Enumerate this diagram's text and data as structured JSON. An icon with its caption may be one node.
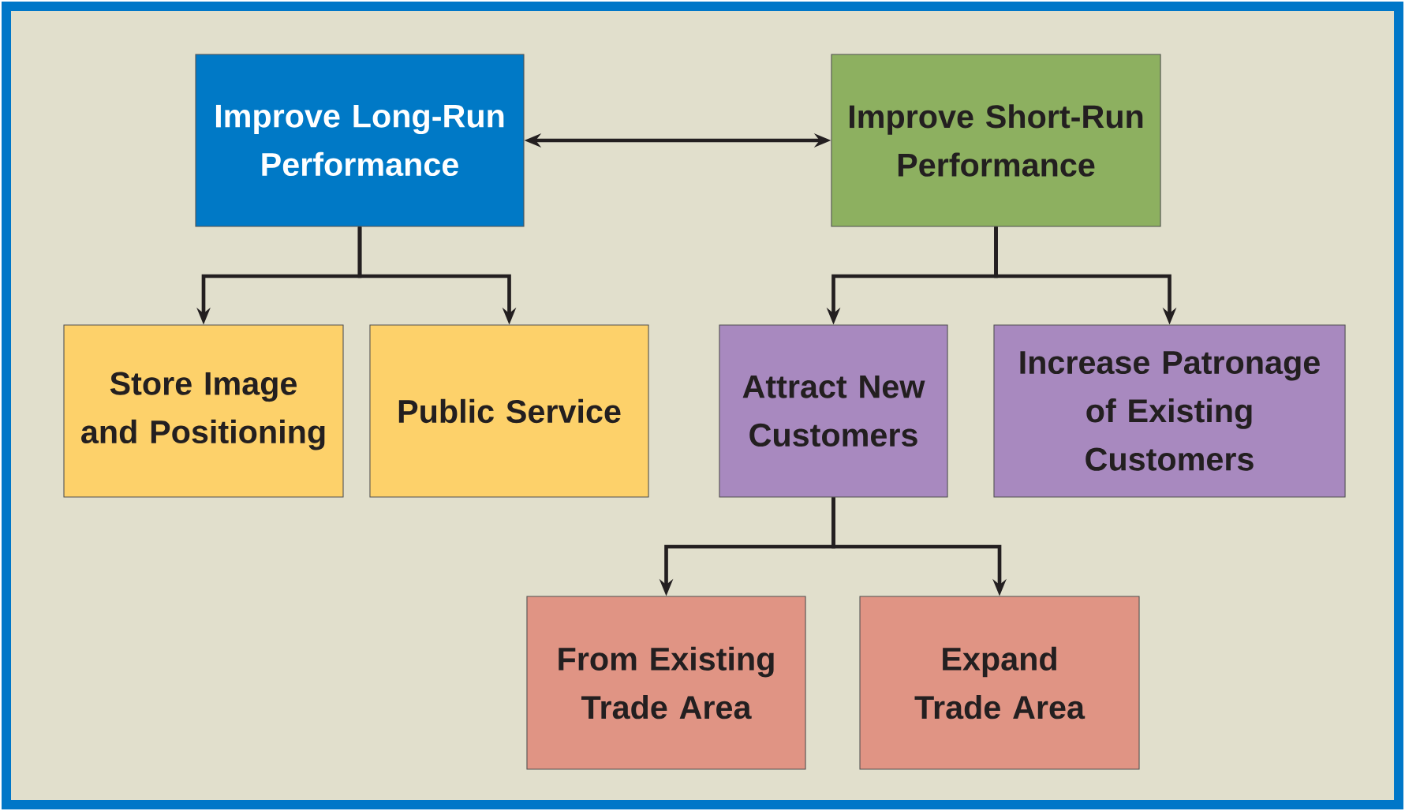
{
  "diagram": {
    "nodes": [
      {
        "text": [
          "Improve Long-Run Performance"
        ]
      },
      {
        "text": [
          "Improve Short-Run Performance"
        ]
      },
      {
        "text": [
          "Store Image and Positioning"
        ]
      },
      {
        "text": [
          "Public Service"
        ]
      },
      {
        "text": [
          "Attract New Customers"
        ]
      },
      {
        "text": [
          "Increase Patronage of Existing Customers"
        ]
      },
      {
        "text": [
          "From Existing Trade Area"
        ]
      },
      {
        "text": [
          "Expand Trade Area"
        ]
      }
    ],
    "edges": [
      {
        "from": 0,
        "to": 1,
        "arrow": "both"
      },
      {
        "from": 0,
        "to": 2,
        "arrow": "to"
      },
      {
        "from": 0,
        "to": 3,
        "arrow": "to"
      },
      {
        "from": 1,
        "to": 4,
        "arrow": "to"
      },
      {
        "from": 1,
        "to": 5,
        "arrow": "to"
      },
      {
        "from": 4,
        "to": 6,
        "arrow": "to"
      },
      {
        "from": 4,
        "to": 7,
        "arrow": "to"
      }
    ]
  }
}
